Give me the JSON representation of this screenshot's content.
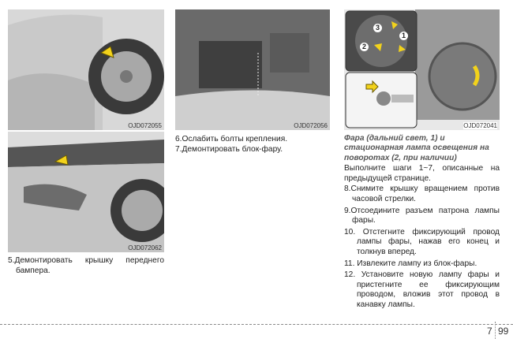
{
  "figures": {
    "fig1_caption": "OJD072055",
    "fig2_caption": "OJD072062",
    "fig3_caption": "OJD072056",
    "fig4_caption": "OJD072041",
    "fig4_callouts": [
      "1",
      "2",
      "3"
    ]
  },
  "column1": {
    "step5": "5.Демонтировать крышку переднего бампера."
  },
  "column2": {
    "step6": "6.Ослабить болты крепления.",
    "step7": "7.Демонтировать блок-фару."
  },
  "column3": {
    "heading": "Фара (дальний свет, 1) и стационарная лампа освещения на поворотах (2, при наличии)",
    "intro": "Выполните шаги 1~7, описанные на предыдущей странице.",
    "step8": "8.Снимите крышку вращением против часовой стрелки.",
    "step9": "9.Отсоедините разъем патрона лампы фары.",
    "step10": "10. Отстегните фиксирующий провод лампы фары, нажав его конец и толкнув вперед.",
    "step11": "11. Извлеките лампу из блок-фары.",
    "step12": "12. Установите новую лампу фары и пристегните ее фиксирующим проводом, вложив этот провод в канавку лампы."
  },
  "footer": {
    "section": "7",
    "page": "99"
  }
}
